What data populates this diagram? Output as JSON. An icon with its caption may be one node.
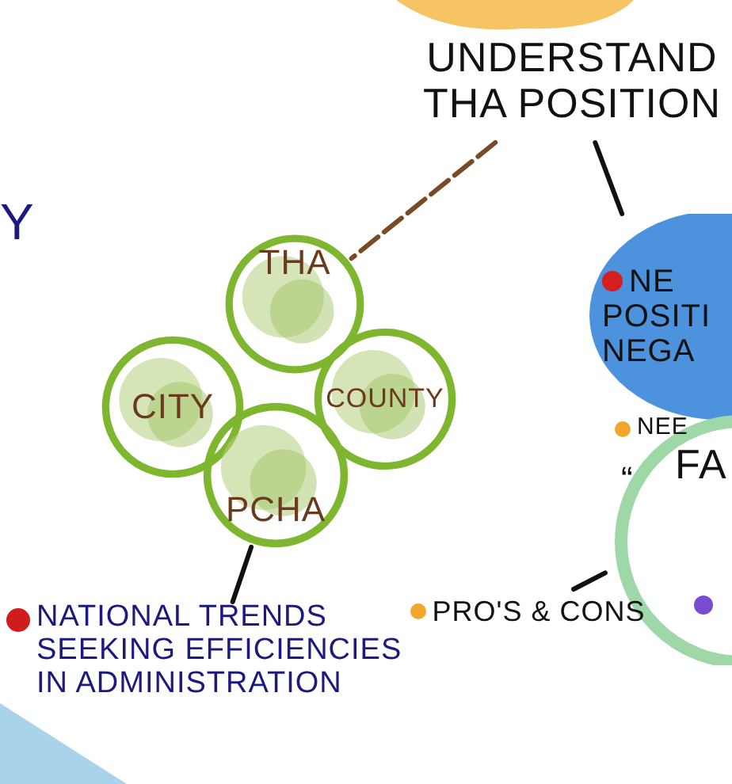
{
  "diagram": {
    "nodes": [
      {
        "text": [
          "UNDERSTAND THA POSITION"
        ]
      },
      {
        "text": [
          "THA"
        ]
      },
      {
        "text": [
          "CITY"
        ]
      },
      {
        "text": [
          "COUNTY"
        ]
      },
      {
        "text": [
          "PCHA"
        ]
      },
      {
        "text": [
          "NATIONAL TRENDS SEEKING EFFICIENCIES IN ADMINISTRATION"
        ]
      },
      {
        "text": [
          "NE",
          "POSITI",
          "NEGA"
        ]
      },
      {
        "text": [
          "NEE",
          "FA"
        ]
      },
      {
        "text": [
          "PRO'S & CONS"
        ]
      },
      {
        "text": [],
        "shape": "blob"
      },
      {
        "text": [],
        "shape": "triangle"
      }
    ],
    "edges": [
      {
        "from": 0,
        "to": 1,
        "arrow": "none",
        "style": "dashed",
        "color": "#7a4a24"
      },
      {
        "from": 0,
        "to": 6,
        "arrow": "none"
      },
      {
        "from": 4,
        "to": 5,
        "arrow": "none"
      },
      {
        "from": 8,
        "to": 7,
        "arrow": "none"
      }
    ],
    "labels": [
      "Y",
      "“"
    ]
  }
}
